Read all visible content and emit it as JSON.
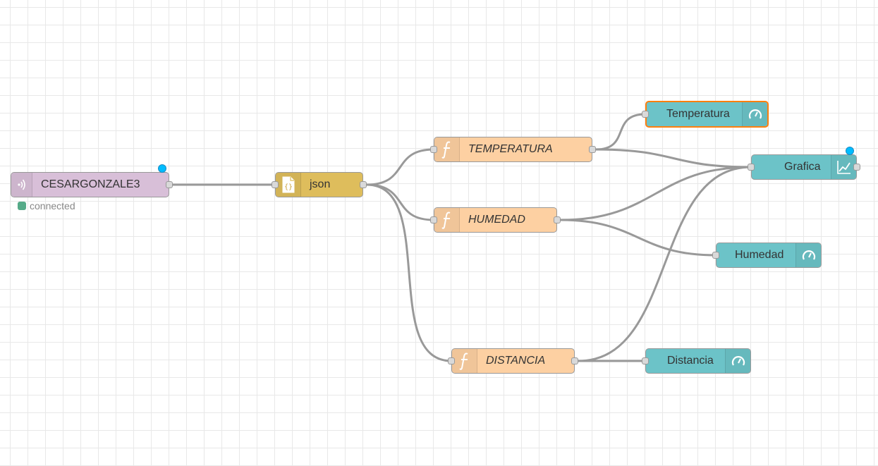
{
  "colors": {
    "mqtt": "#d8bfd8",
    "json": "#debd5c",
    "function": "#fdd0a2",
    "dashboard": "#6cc3c8",
    "wire": "#999999",
    "selected_border": "#ff7f0e",
    "changed_dot": "#00bcff",
    "status_connected": "#5a8"
  },
  "nodes": {
    "mqtt_in": {
      "label": "CESARGONZALE3",
      "icon": "mqtt-icon",
      "status": "connected"
    },
    "json": {
      "label": "json",
      "icon": "json-icon"
    },
    "fn_temperatura": {
      "label": "TEMPERATURA",
      "icon": "function-icon"
    },
    "fn_humedad": {
      "label": "HUMEDAD",
      "icon": "function-icon"
    },
    "fn_distancia": {
      "label": "DISTANCIA",
      "icon": "function-icon"
    },
    "gauge_temperatura": {
      "label": "Temperatura",
      "icon": "gauge-icon"
    },
    "chart_grafica": {
      "label": "Grafica",
      "icon": "chart-icon"
    },
    "gauge_humedad": {
      "label": "Humedad",
      "icon": "gauge-icon"
    },
    "gauge_distancia": {
      "label": "Distancia",
      "icon": "gauge-icon"
    }
  }
}
